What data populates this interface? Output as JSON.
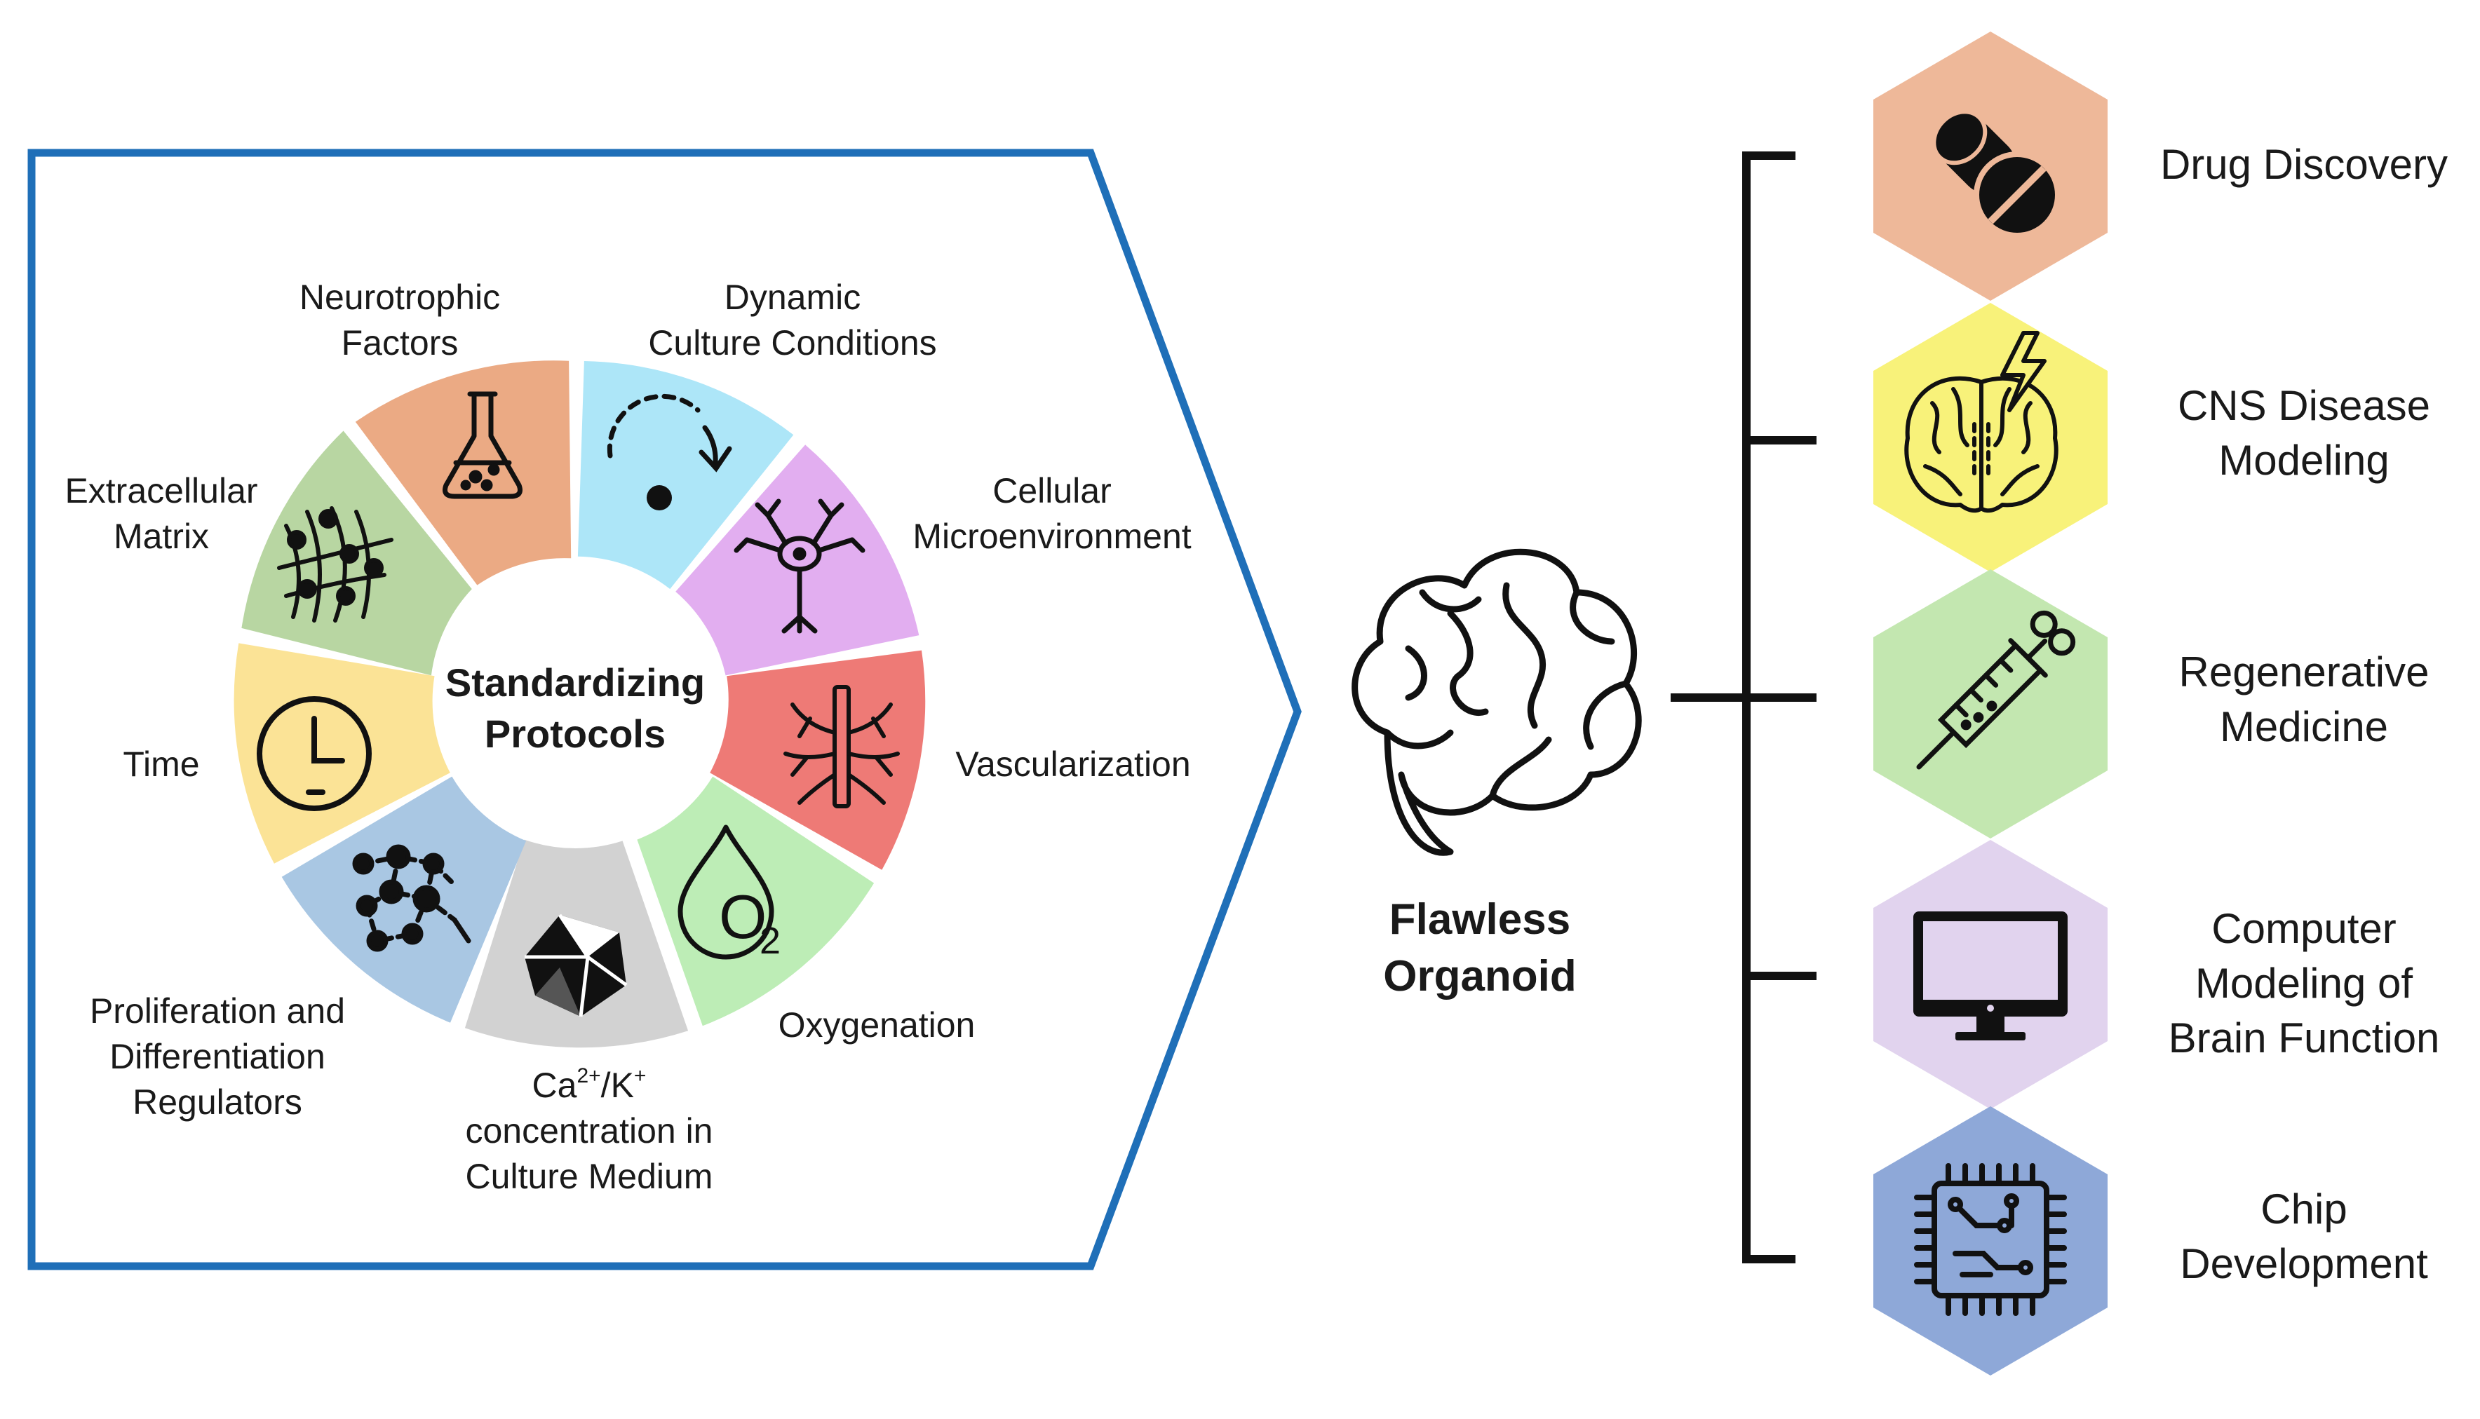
{
  "center": {
    "line1": "Standardizing",
    "line2": "Protocols"
  },
  "segments": [
    {
      "id": "neurotrophic",
      "line1": "Neurotrophic",
      "line2": "Factors",
      "color": "#EBAA84",
      "icon": "flask-icon"
    },
    {
      "id": "dynamic",
      "line1": "Dynamic",
      "line2": "Culture Conditions",
      "color": "#ADE6F8",
      "icon": "rotation-arrow-icon"
    },
    {
      "id": "cellular",
      "line1": "Cellular",
      "line2": "Microenvironment",
      "color": "#E2AEF0",
      "icon": "neuron-icon"
    },
    {
      "id": "vascularization",
      "line1": "Vascularization",
      "color": "#EE7A76",
      "icon": "blood-vessel-icon"
    },
    {
      "id": "oxygenation",
      "line1": "Oxygenation",
      "color": "#BDEDB6",
      "icon": "oxygen-drop-icon",
      "icon_text": "O",
      "icon_sub": "2"
    },
    {
      "id": "calcium",
      "line1_pre": "Ca",
      "line1_sup1": "2+",
      "line1_mid": "/K",
      "line1_sup2": "+",
      "line2": "concentration in",
      "line3": "Culture Medium",
      "color": "#D2D2D2",
      "icon": "crystal-icon"
    },
    {
      "id": "proliferation",
      "line1": "Proliferation and",
      "line2": "Differentiation",
      "line3": "Regulators",
      "color": "#A9C7E3",
      "icon": "molecule-network-icon"
    },
    {
      "id": "time",
      "line1": "Time",
      "color": "#FBE396",
      "icon": "clock-icon"
    },
    {
      "id": "ecm",
      "line1": "Extracellular",
      "line2": "Matrix",
      "color": "#B8D6A2",
      "icon": "fiber-matrix-icon"
    }
  ],
  "brain": {
    "line1": "Flawless",
    "line2": "Organoid",
    "icon": "brain-icon"
  },
  "applications": [
    {
      "id": "drug",
      "line1": "Drug Discovery",
      "color": "#EEB899",
      "icon": "pill-capsule-icon"
    },
    {
      "id": "cns",
      "line1": "CNS Disease",
      "line2": "Modeling",
      "color": "#F8F27A",
      "icon": "brain-lightning-icon"
    },
    {
      "id": "regen",
      "line1": "Regenerative",
      "line2": "Medicine",
      "color": "#C3E7B0",
      "icon": "syringe-icon"
    },
    {
      "id": "computer",
      "line1": "Computer",
      "line2": "Modeling of",
      "line3": "Brain Function",
      "color": "#E1D3EE",
      "icon": "monitor-icon"
    },
    {
      "id": "chip",
      "line1": "Chip",
      "line2": "Development",
      "color": "#8EA8D8",
      "icon": "microchip-icon"
    }
  ],
  "colors": {
    "frame_stroke": "#1F6FB8",
    "stroke": "#111111"
  }
}
